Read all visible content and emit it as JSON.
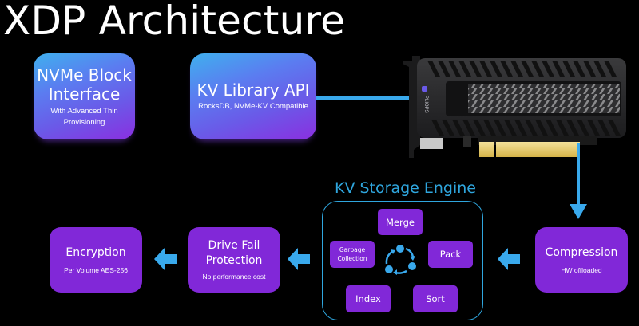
{
  "title": "XDP Architecture",
  "colors": {
    "accent_blue": "#39a9ec",
    "box_purple": "#8128d8",
    "gradient_top": "#3fb0ee",
    "gradient_bottom": "#8a2fe0",
    "background": "#000000"
  },
  "top_boxes": [
    {
      "title": "NVMe Block Interface",
      "title_line1": "NVMe Block",
      "title_line2": "Interface",
      "subtitle_line1": "With Advanced Thin",
      "subtitle_line2": "Provisioning"
    },
    {
      "title": "KV Library API",
      "subtitle": "RocksDB, NVMe-KV Compatible"
    }
  ],
  "card": {
    "icon": "pcie-accelerator-card-image",
    "brand": "PLIOPS"
  },
  "engine": {
    "title": "KV Storage Engine",
    "items": [
      {
        "label": "Merge"
      },
      {
        "label": "Pack"
      },
      {
        "label": "Sort"
      },
      {
        "label": "Index"
      },
      {
        "label_line1": "Garbage",
        "label_line2": "Collection"
      }
    ],
    "center_icon": "cycle-icon"
  },
  "pipeline": [
    {
      "title": "Compression",
      "subtitle": "HW offloaded"
    },
    {
      "title_line1": "Drive Fail",
      "title_line2": "Protection",
      "subtitle": "No performance cost"
    },
    {
      "title": "Encryption",
      "subtitle": "Per Volume AES-256"
    }
  ]
}
